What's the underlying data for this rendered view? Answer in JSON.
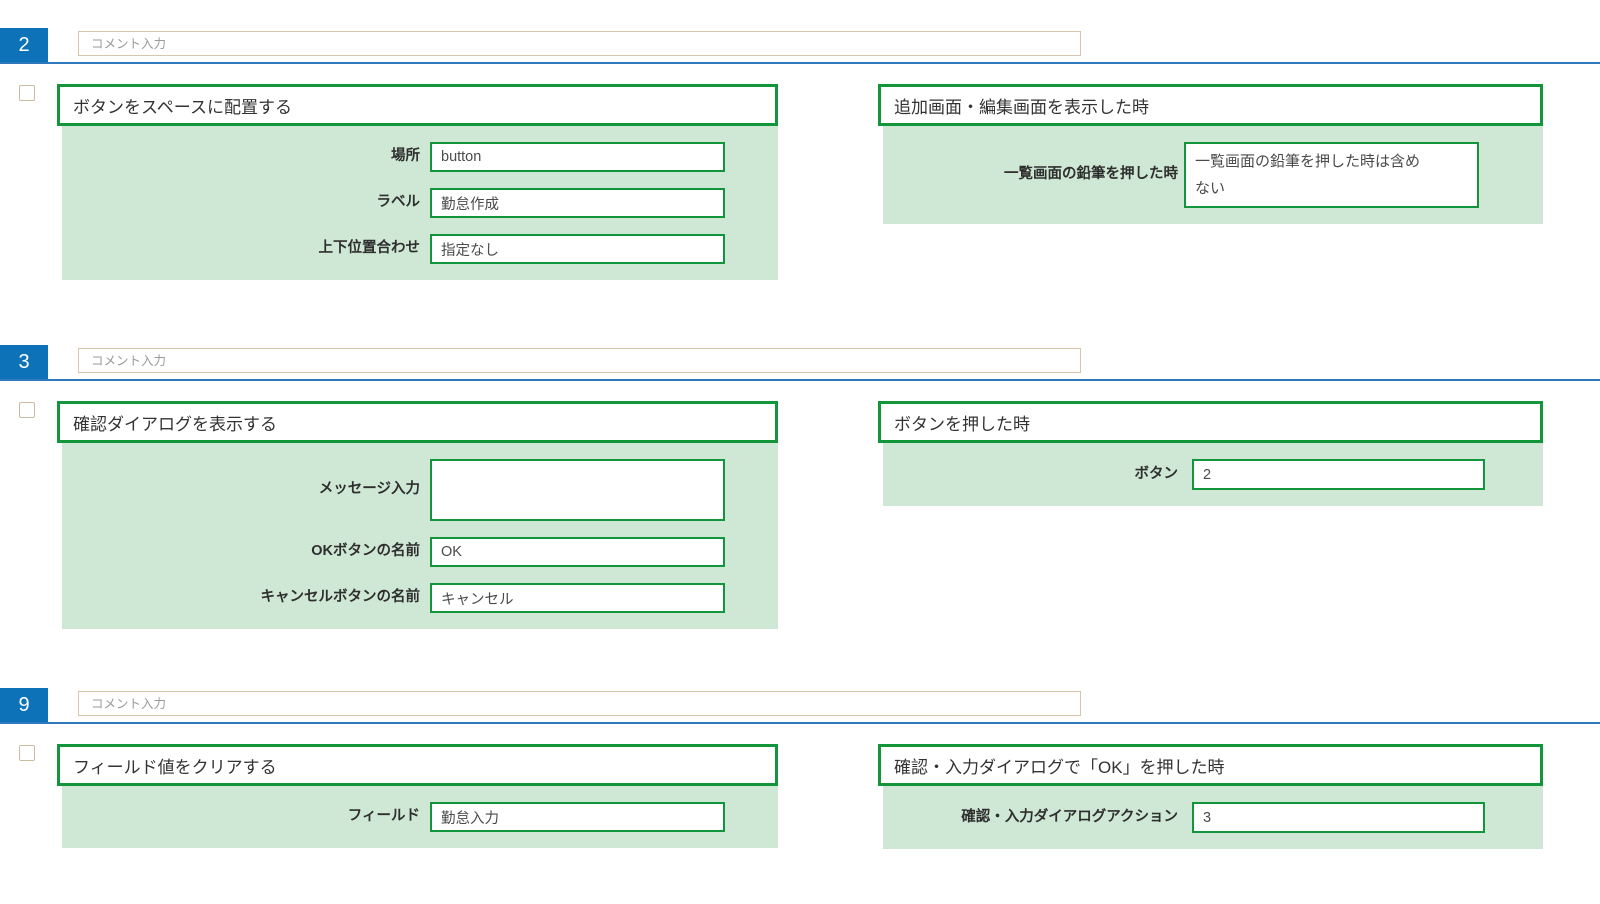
{
  "colors": {
    "badge_blue": "#0e72b9",
    "rule_blue": "#2e79bd",
    "panel_green_border": "#13963b",
    "panel_green_bg": "#cfe8d5",
    "comment_border_tan": "#d8c6ac"
  },
  "sections": [
    {
      "number": "2",
      "comment_placeholder": "コメント入力",
      "action": {
        "title": "ボタンをスペースに配置する",
        "fields": [
          {
            "label": "場所",
            "value": "button"
          },
          {
            "label": "ラベル",
            "value": "勤怠作成"
          },
          {
            "label": "上下位置合わせ",
            "value": "指定なし"
          }
        ]
      },
      "trigger": {
        "title": "追加画面・編集画面を表示した時",
        "fields": [
          {
            "label": "一覧画面の鉛筆を押した時",
            "value": "一覧画面の鉛筆を押した時は含めない"
          }
        ]
      }
    },
    {
      "number": "3",
      "comment_placeholder": "コメント入力",
      "action": {
        "title": "確認ダイアログを表示する",
        "fields": [
          {
            "label": "メッセージ入力",
            "value": ""
          },
          {
            "label": "OKボタンの名前",
            "value": "OK"
          },
          {
            "label": "キャンセルボタンの名前",
            "value": "キャンセル"
          }
        ]
      },
      "trigger": {
        "title": "ボタンを押した時",
        "fields": [
          {
            "label": "ボタン",
            "value": "2"
          }
        ]
      }
    },
    {
      "number": "9",
      "comment_placeholder": "コメント入力",
      "action": {
        "title": "フィールド値をクリアする",
        "fields": [
          {
            "label": "フィールド",
            "value": "勤怠入力"
          }
        ]
      },
      "trigger": {
        "title": "確認・入力ダイアログで「OK」を押した時",
        "fields": [
          {
            "label": "確認・入力ダイアログアクション",
            "value": "3"
          }
        ]
      }
    }
  ]
}
